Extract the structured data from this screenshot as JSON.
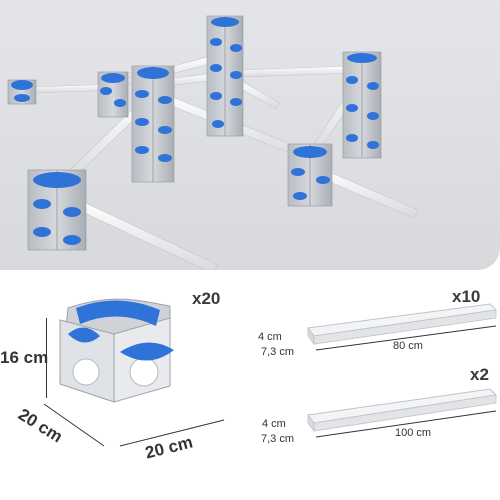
{
  "cube": {
    "quantity": "x20",
    "height": "16 cm",
    "depth": "20 cm",
    "width": "20 cm"
  },
  "rail_short": {
    "quantity": "x10",
    "thickness": "4 cm",
    "width": "7,3 cm",
    "length": "80 cm"
  },
  "rail_long": {
    "quantity": "x2",
    "thickness": "4 cm",
    "width": "7,3 cm",
    "length": "100 cm"
  },
  "colors": {
    "tower_grey": "#c9ccd1",
    "tower_dark": "#9ea3aa",
    "cup_blue": "#2f73d8",
    "rail_white": "#f3f4f6"
  }
}
